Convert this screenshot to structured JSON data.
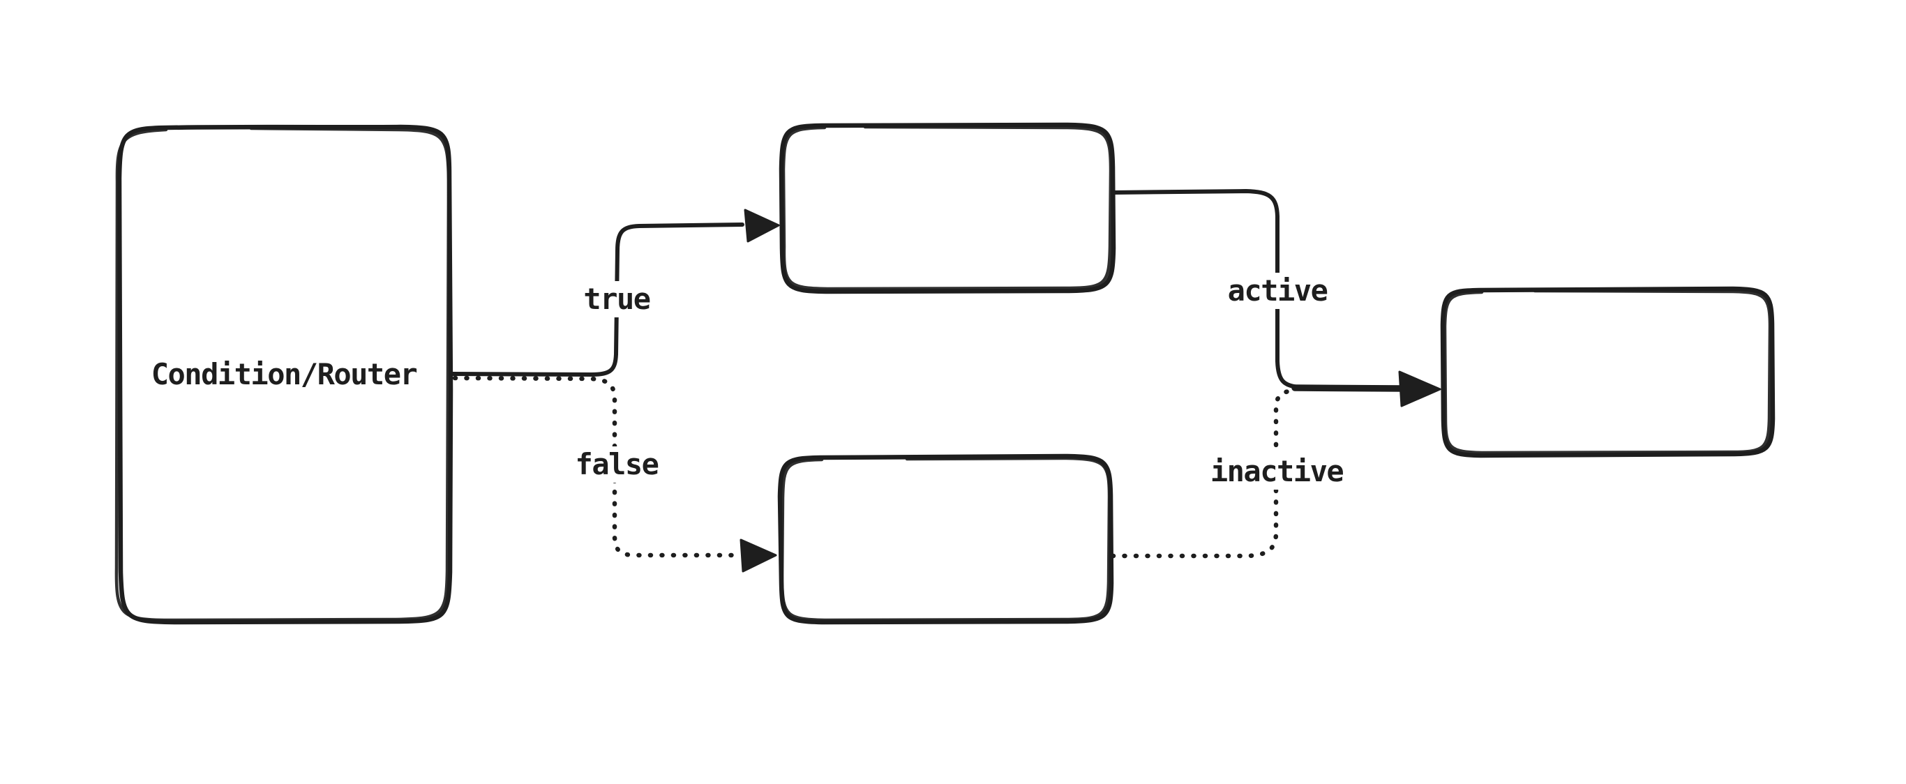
{
  "canvas": {
    "background": "#ffffff",
    "stroke_color": "#1e1e1e"
  },
  "diagram": {
    "nodes": [
      {
        "id": "condition-router",
        "label": "Condition/Router"
      },
      {
        "id": "true-branch-box",
        "label": ""
      },
      {
        "id": "false-branch-box",
        "label": ""
      },
      {
        "id": "result-box",
        "label": ""
      }
    ],
    "edges": [
      {
        "id": "true-edge",
        "label": "true",
        "style": "solid",
        "from": "condition-router",
        "to": "true-branch-box"
      },
      {
        "id": "false-edge",
        "label": "false",
        "style": "dotted",
        "from": "condition-router",
        "to": "false-branch-box"
      },
      {
        "id": "active-edge",
        "label": "active",
        "style": "solid",
        "from": "true-branch-box",
        "to": "result-box"
      },
      {
        "id": "inactive-edge",
        "label": "inactive",
        "style": "dotted",
        "from": "false-branch-box",
        "to": "result-box"
      }
    ]
  }
}
